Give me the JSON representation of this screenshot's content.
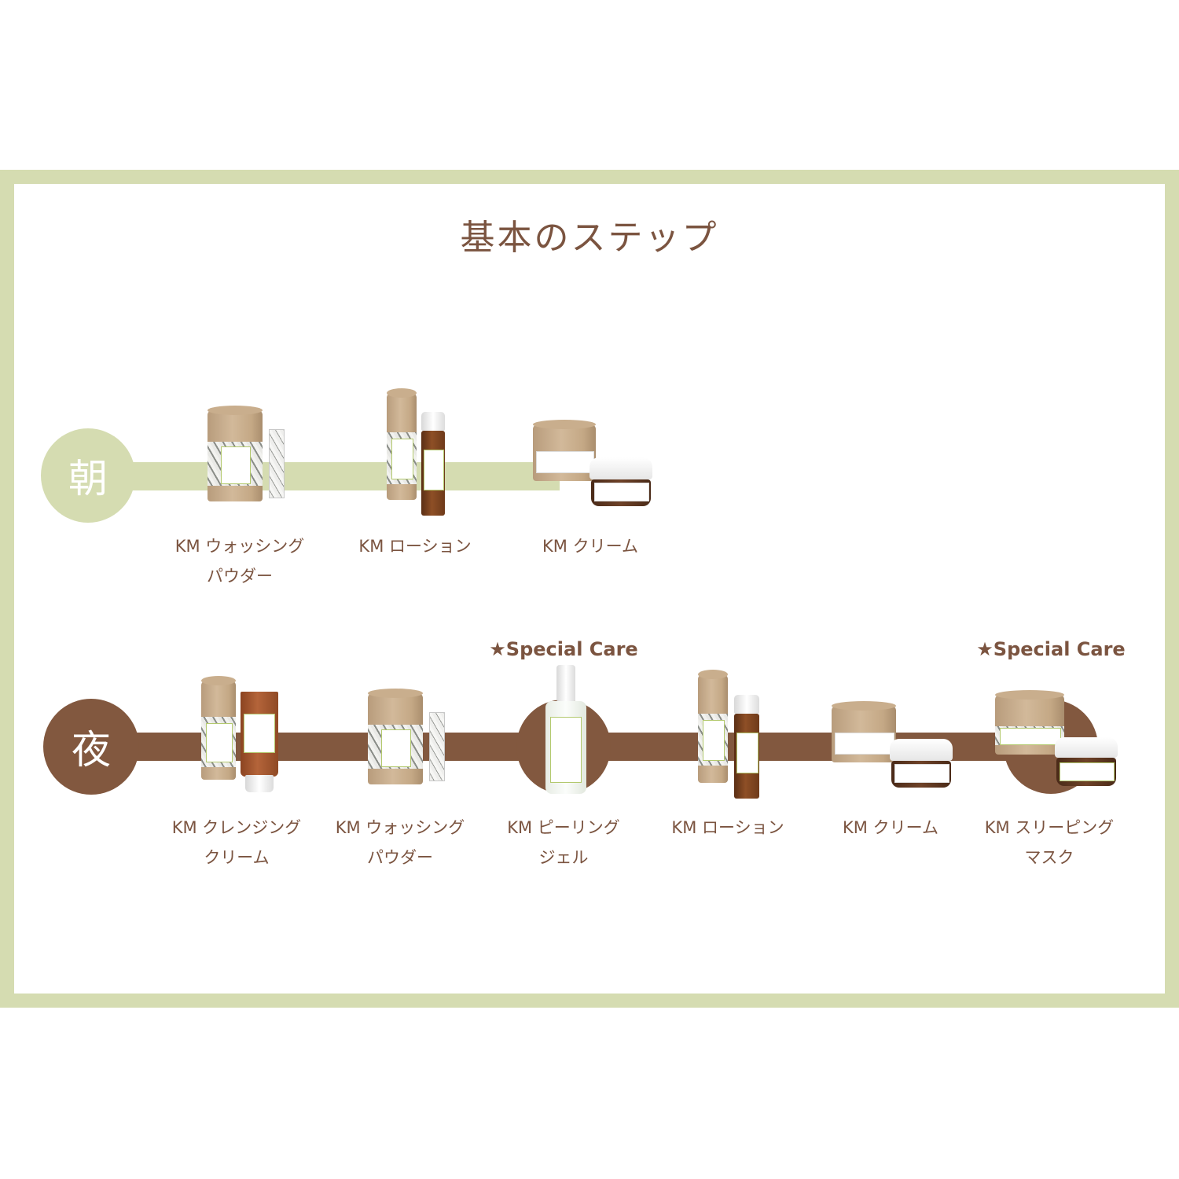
{
  "title": "基本のステップ",
  "colors": {
    "frame": "#d5dcb1",
    "morning": "#d5dcb1",
    "night": "#82583f",
    "text": "#7b5440"
  },
  "morning": {
    "badge": "朝",
    "steps": [
      {
        "line1": "KM ウォッシング",
        "line2": "パウダー",
        "product": "washing-powder"
      },
      {
        "line1": "KM ローション",
        "line2": "",
        "product": "lotion"
      },
      {
        "line1": "KM クリーム",
        "line2": "",
        "product": "cream"
      }
    ]
  },
  "night": {
    "badge": "夜",
    "steps": [
      {
        "line1": "KM クレンジング",
        "line2": "クリーム",
        "product": "cleansing-cream"
      },
      {
        "line1": "KM ウォッシング",
        "line2": "パウダー",
        "product": "washing-powder"
      },
      {
        "line1": "KM ピーリング",
        "line2": "ジェル",
        "product": "peeling-gel",
        "special": "★Special Care"
      },
      {
        "line1": "KM ローション",
        "line2": "",
        "product": "lotion"
      },
      {
        "line1": "KM クリーム",
        "line2": "",
        "product": "cream"
      },
      {
        "line1": "KM スリーピング",
        "line2": "マスク",
        "product": "sleeping-mask",
        "special": "★Special Care"
      }
    ]
  }
}
